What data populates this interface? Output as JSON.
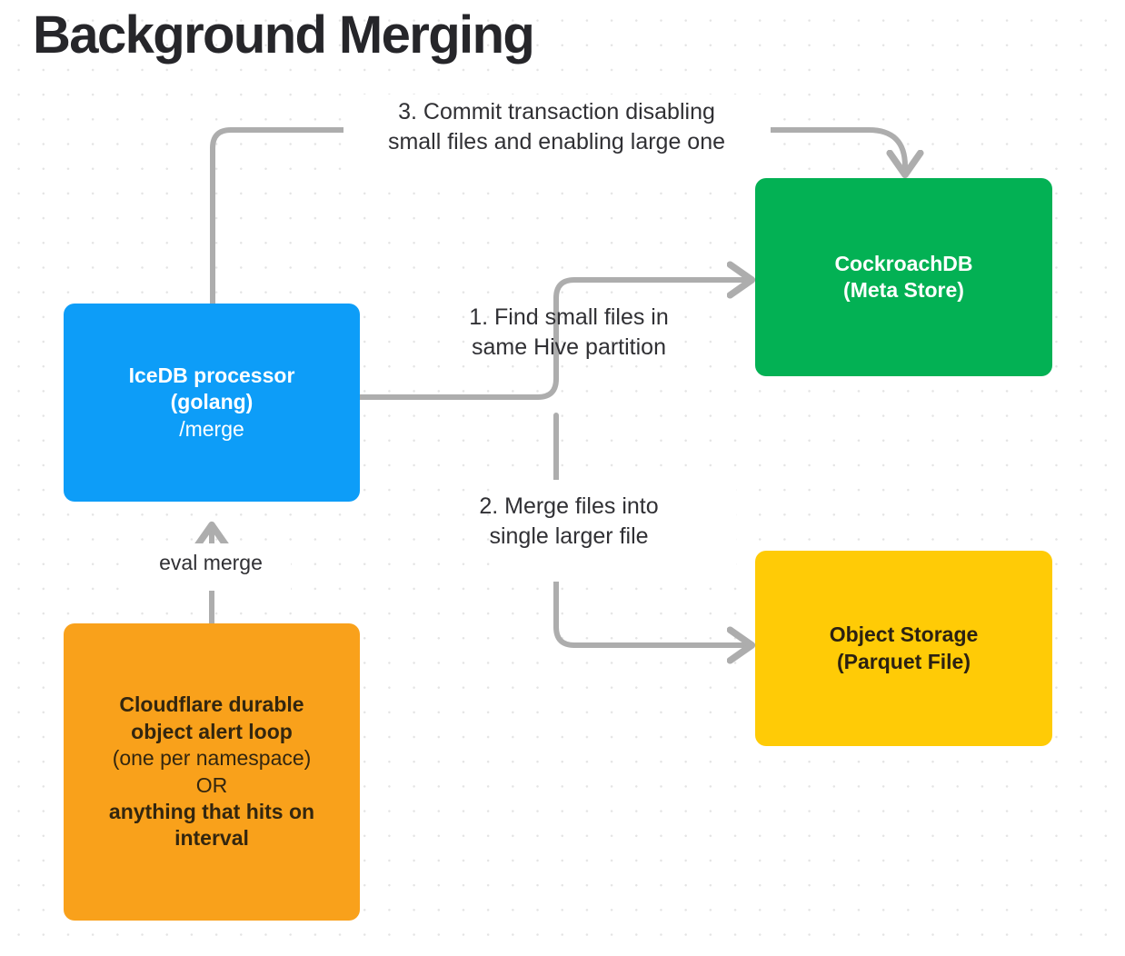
{
  "page": {
    "title": "Background Merging",
    "background": "#ffffff",
    "grid_dot_color": "#e4e4e4"
  },
  "palette": {
    "blue": "#0D9DF8",
    "green": "#03B154",
    "yellow": "#FFCB06",
    "orange": "#F9A11B",
    "connector_gray": "#ADADAD",
    "text_dark": "#26262a",
    "text_light": "#ffffff"
  },
  "nodes": {
    "icedb": {
      "lines": [
        "IceDB processor",
        "(golang)",
        "/merge"
      ],
      "color": "#0D9DF8"
    },
    "cockroachdb": {
      "lines": [
        "CockroachDB",
        "(Meta Store)"
      ],
      "color": "#03B154"
    },
    "object_storage": {
      "lines": [
        "Object Storage",
        "(Parquet File)"
      ],
      "color": "#FFCB06"
    },
    "cloudflare": {
      "lines": [
        "Cloudflare durable",
        "object alert loop",
        "(one per namespace)",
        "OR",
        "anything that hits on",
        "interval"
      ],
      "color": "#F9A11B"
    }
  },
  "edges": {
    "step3": {
      "lines": [
        "3. Commit transaction disabling",
        "small files and enabling large one"
      ],
      "from": "icedb",
      "to": "cockroachdb"
    },
    "step1": {
      "lines": [
        "1. Find small files in",
        "same Hive partition"
      ],
      "from": "icedb",
      "to": "cockroachdb"
    },
    "step2": {
      "lines": [
        "2. Merge files into",
        "single larger file"
      ],
      "from": "icedb",
      "to": "object_storage"
    },
    "eval_merge": {
      "lines": [
        "eval merge"
      ],
      "from": "cloudflare",
      "to": "icedb",
      "style": "dashed"
    }
  }
}
